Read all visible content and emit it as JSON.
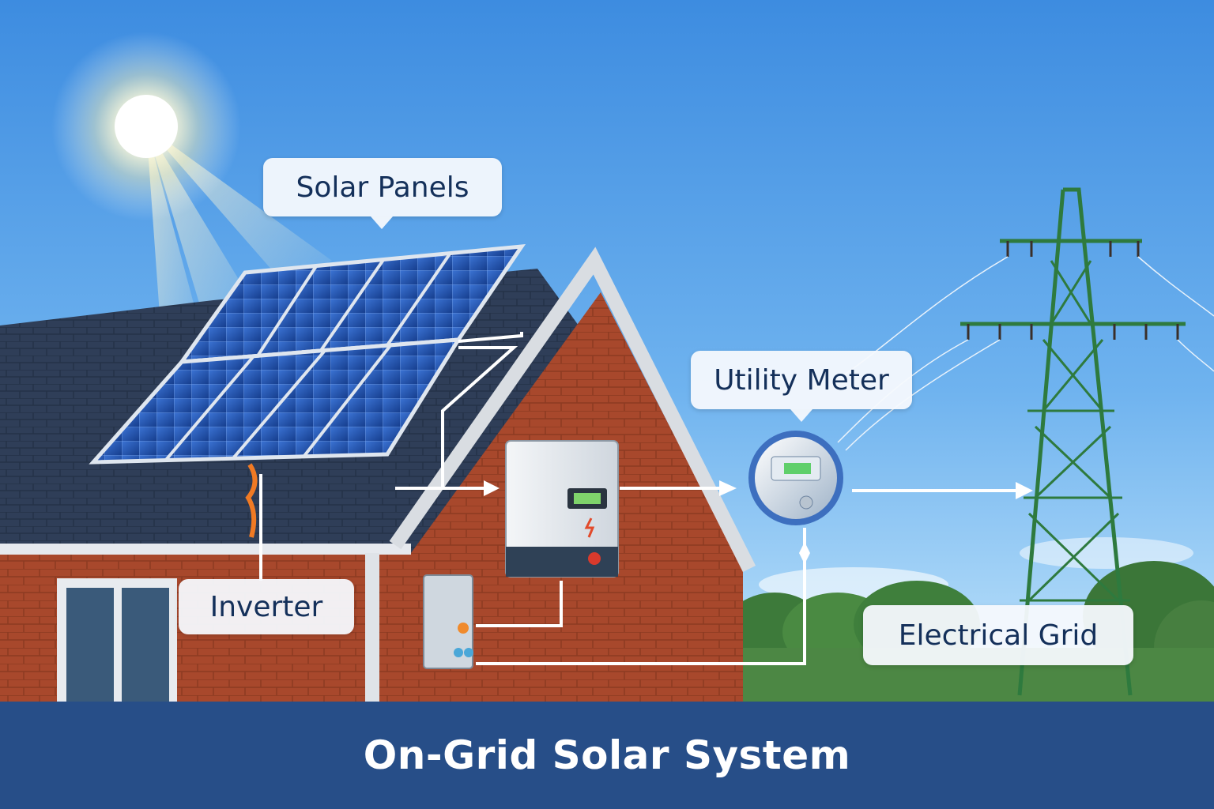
{
  "labels": {
    "solar_panels": "Solar Panels",
    "utility_meter": "Utility Meter",
    "inverter": "Inverter",
    "electrical_grid": "Electrical Grid"
  },
  "title": "On-Grid Solar System",
  "colors": {
    "sky_top": "#3f8fe0",
    "sky_bottom": "#bfe3fb",
    "brick": "#a8482c",
    "roof": "#2c3b53",
    "panel": "#1d49a0",
    "tower": "#2e7a3e",
    "wire": "#ffffff",
    "banner": "#274e88",
    "label_text": "#14305a"
  },
  "icons": [
    "sun-icon",
    "solar-panel-icon",
    "inverter-icon",
    "utility-meter-icon",
    "transmission-tower-icon",
    "electrical-panel-icon"
  ]
}
